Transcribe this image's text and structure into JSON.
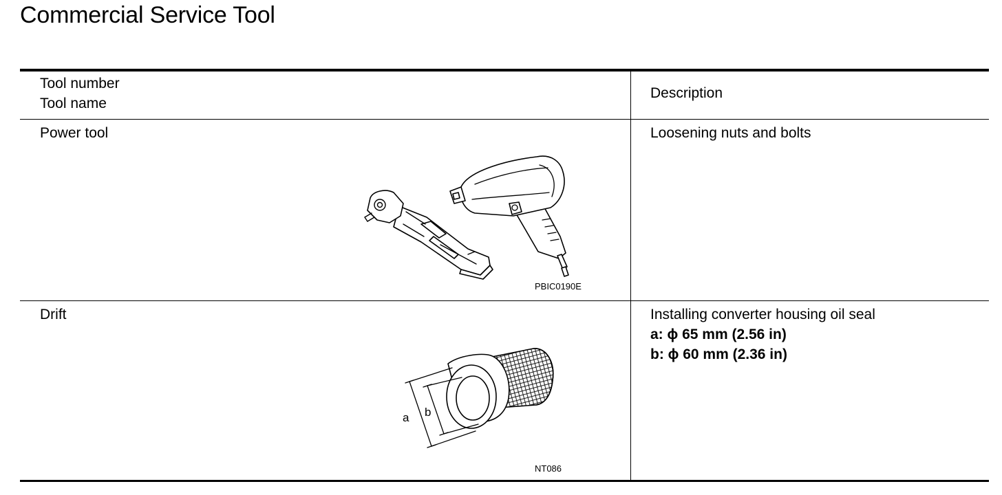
{
  "page": {
    "title": "Commercial Service Tool"
  },
  "table": {
    "headers": {
      "tool_number": "Tool number",
      "tool_name": "Tool name",
      "description": "Description"
    },
    "rows": [
      {
        "tool_name": "Power tool",
        "description": [
          "Loosening nuts and bolts"
        ],
        "figure_code": "PBIC0190E",
        "icons": [
          "ratchet-wrench-icon",
          "impact-wrench-icon"
        ]
      },
      {
        "tool_name": "Drift",
        "description": [
          "Installing converter housing oil seal",
          "a: ϕ 65 mm (2.56 in)",
          "b: ϕ 60 mm (2.36 in)"
        ],
        "figure_code": "NT086",
        "dimension_labels": [
          "a",
          "b"
        ],
        "icons": [
          "drift-tool-icon"
        ]
      }
    ]
  },
  "colors": {
    "text": "#000000",
    "background": "#ffffff",
    "rules": "#000000"
  }
}
